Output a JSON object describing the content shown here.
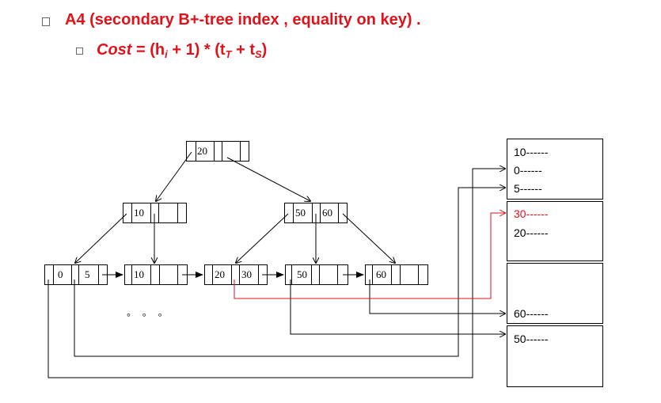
{
  "header": {
    "title_label": "A4",
    "title_text": "(secondary B+-tree index , equality on key) .",
    "cost_label": "Cost",
    "cost_formula_a": "= (h",
    "cost_sub_i": "i",
    "cost_formula_b": "+ 1) * (t",
    "cost_sub_T": "T",
    "cost_formula_c": "+ t",
    "cost_sub_S": "S",
    "cost_formula_d": ")"
  },
  "tree": {
    "root": [
      "20"
    ],
    "level1": [
      [
        "10"
      ],
      [
        "50",
        "60"
      ]
    ],
    "leaves": [
      [
        "0",
        "5"
      ],
      [
        "10"
      ],
      [
        "20",
        "30"
      ],
      [
        "50"
      ],
      [
        "60"
      ]
    ],
    "ellipsis": "° ° °"
  },
  "data_pages": [
    [
      "10------",
      "0------",
      "5------"
    ],
    [
      "30------",
      "20------"
    ],
    [
      "60------"
    ],
    [
      "50------"
    ]
  ],
  "highlight": {
    "record": "30------",
    "color": "#e0121a"
  },
  "colors": {
    "text": "#e0121a",
    "lines": "#000000"
  }
}
